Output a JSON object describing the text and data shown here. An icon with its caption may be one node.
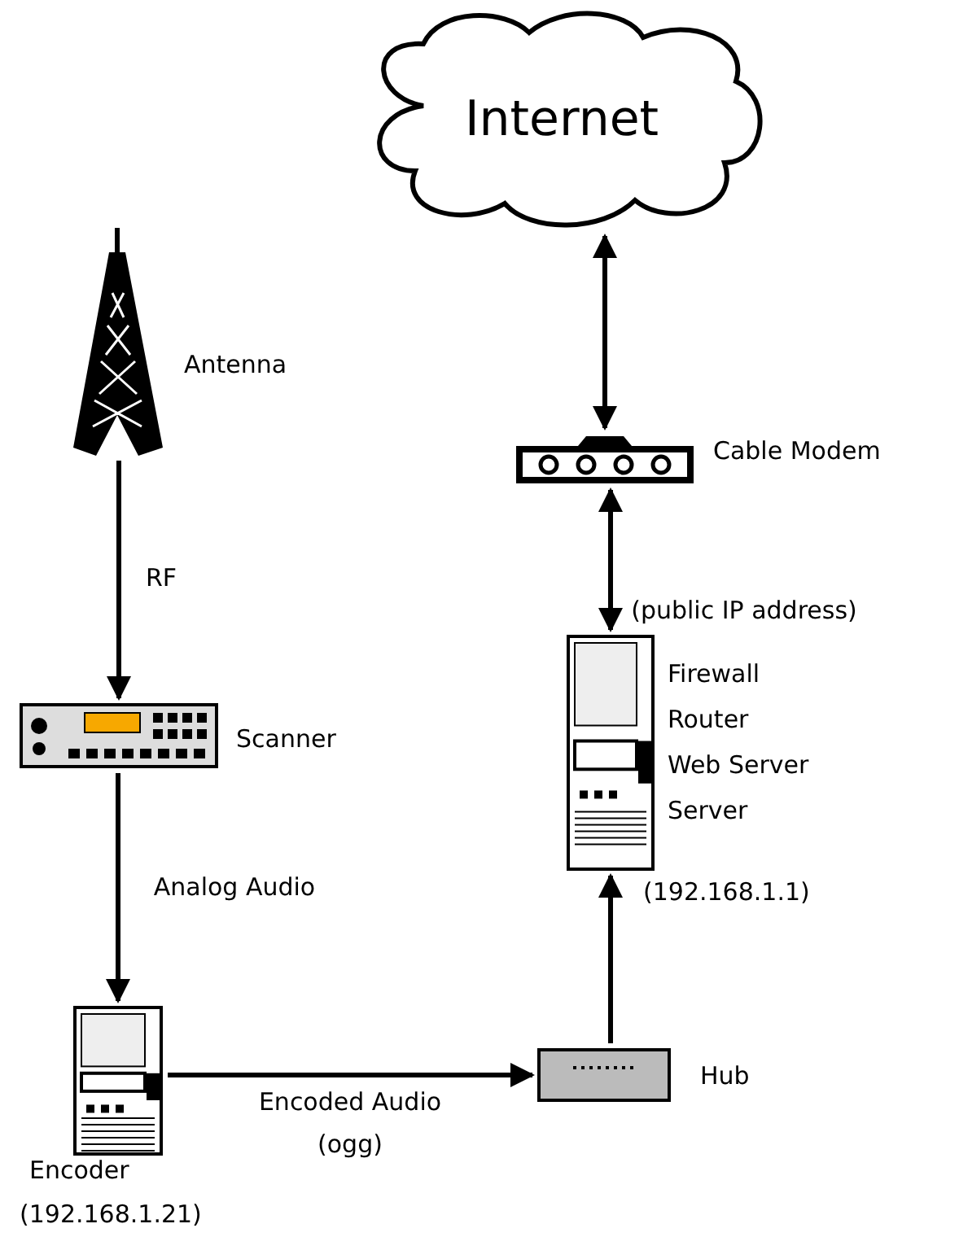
{
  "diagram": {
    "nodes": [
      {
        "text": [
          "Internet"
        ]
      },
      {
        "text": [],
        "shape": "picture",
        "beside": [
          "Antenna"
        ]
      },
      {
        "text": [],
        "shape": "picture",
        "beside": [
          "Cable Modem"
        ]
      },
      {
        "text": [],
        "shape": "picture",
        "beside": [
          "Scanner"
        ]
      },
      {
        "text": [],
        "shape": "picture",
        "beside": [
          "Firewall",
          "Router",
          "Web Server",
          "Server",
          "(192.168.1.1)"
        ]
      },
      {
        "text": [],
        "shape": "picture",
        "beside": [
          "Encoder",
          "(192.168.1.21)"
        ]
      },
      {
        "text": [],
        "shape": "box",
        "beside": [
          "Hub"
        ]
      }
    ],
    "edges": [
      {
        "from": 0,
        "to": 2,
        "arrow": "both"
      },
      {
        "from": 1,
        "to": 3,
        "arrow": "to",
        "label": "RF"
      },
      {
        "from": 2,
        "to": 4,
        "arrow": "both",
        "label": "(public IP address)"
      },
      {
        "from": 3,
        "to": 5,
        "arrow": "to",
        "label": "Analog Audio"
      },
      {
        "from": 5,
        "to": 6,
        "arrow": "to",
        "label": "Encoded Audio (ogg)"
      },
      {
        "from": 6,
        "to": 4,
        "arrow": "to"
      }
    ]
  }
}
